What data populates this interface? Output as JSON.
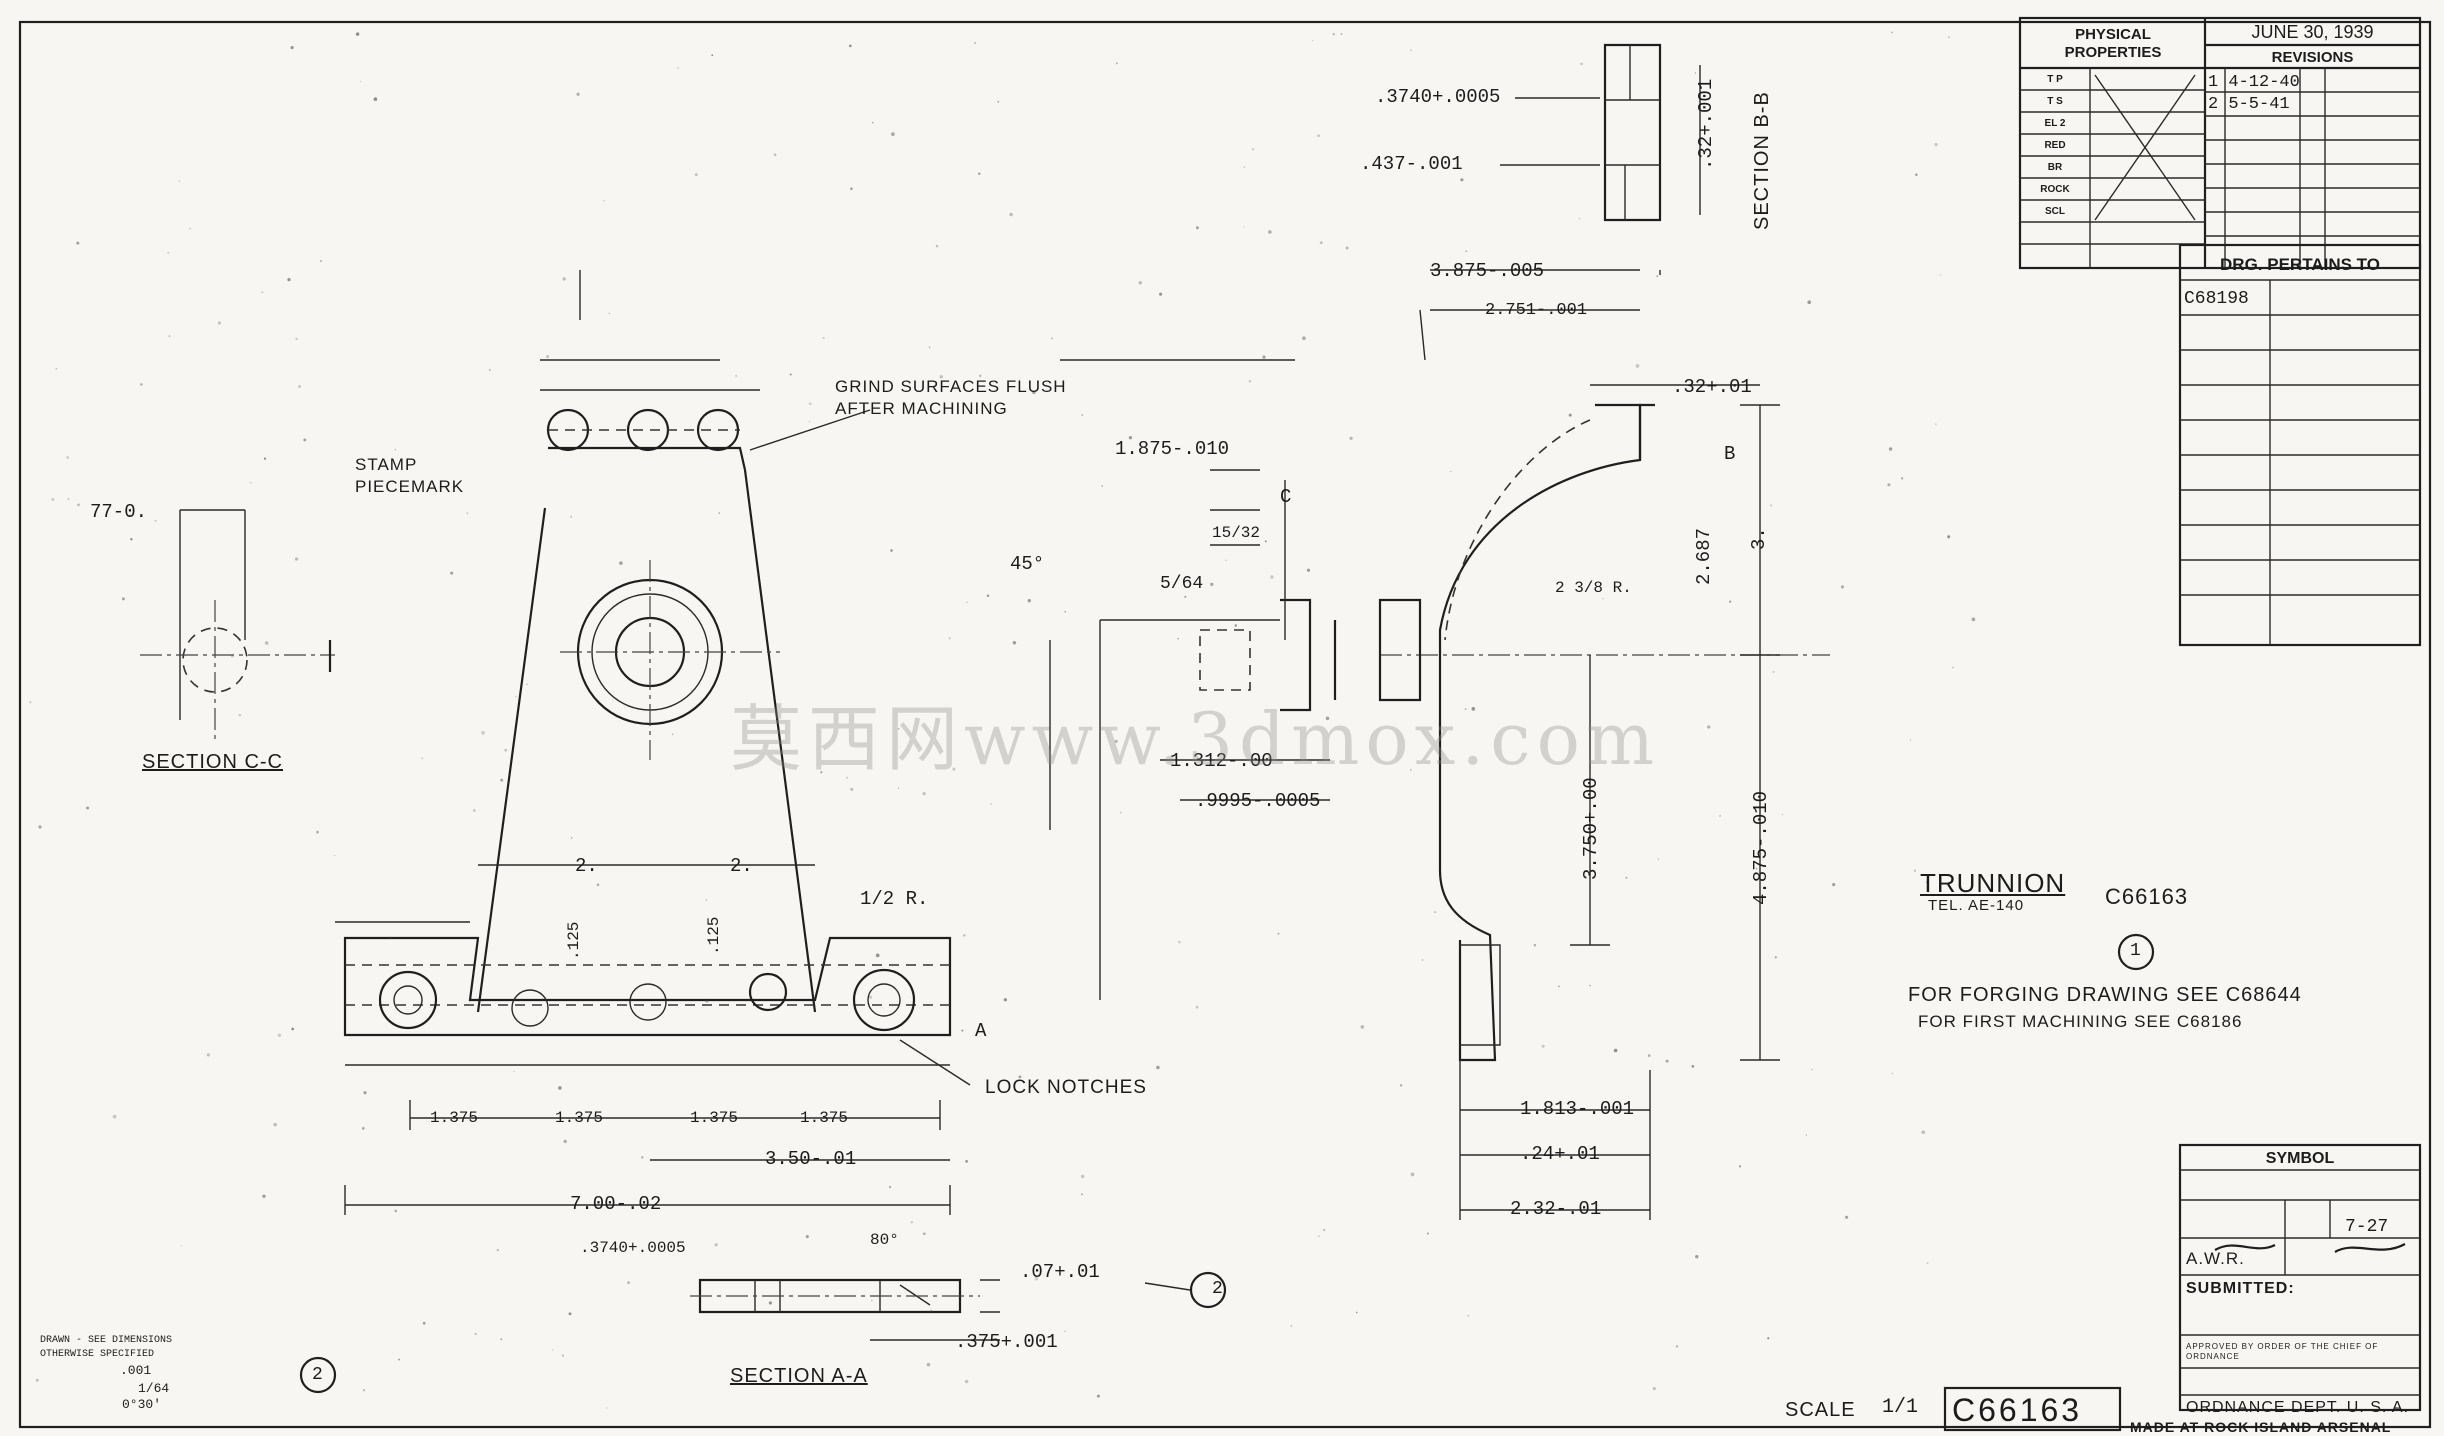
{
  "header": {
    "physical_properties": "PHYSICAL PROPERTIES",
    "date": "JUNE 30, 1939",
    "revisions": "REVISIONS",
    "prop_rows": [
      "T P",
      "T S",
      "EL 2",
      "RED",
      "BR",
      "ROCK",
      "SCL"
    ],
    "rev1": "1 4-12-40",
    "rev2": "2 5-5-41"
  },
  "pertains": {
    "title": "DRG. PERTAINS TO",
    "item": "C68198"
  },
  "title_block": {
    "symbol": "SYMBOL",
    "checked": "A.W.R.",
    "date_stamp": "7-27",
    "submitted": "SUBMITTED:",
    "approved": "APPROVED BY ORDER OF THE CHIEF OF ORDNANCE",
    "dept": "ORDNANCE DEPT. U. S. A.",
    "made_at": "MADE AT ROCK ISLAND ARSENAL"
  },
  "part": {
    "name": "TRUNNION",
    "ref": "TEL. AE-140",
    "number": "C66163",
    "circle": "1",
    "forging_note": "FOR FORGING DRAWING SEE C68644",
    "machining_note": "FOR FIRST MACHINING SEE C68186"
  },
  "drawing_number": "C66163",
  "scale": {
    "label": "SCALE",
    "value": "1/1"
  },
  "sections": {
    "cc": "SECTION C-C",
    "bb": "SECTION B-B",
    "aa": "SECTION A-A"
  },
  "notes": {
    "grind": "GRIND SURFACES FLUSH",
    "grind2": "AFTER MACHINING",
    "stamp": "STAMP",
    "stamp2": "PIECEMARK",
    "lock": "LOCK NOTCHES"
  },
  "tolerance_note": {
    "line1": "DRAWN - SEE DIMENSIONS",
    "line2": "OTHERWISE SPECIFIED",
    "line3": ".001",
    "line4": "1/64",
    "line5": "0°30'"
  },
  "dims": {
    "d_7": "7.00-.02",
    "d_35": "3.50-.01",
    "d_1375a": "1.375",
    "d_1375b": "1.375",
    "d_1375c": "1.375",
    "d_1375d": "1.375",
    "d_2a": "2.",
    "d_2b": "2.",
    "d_125a": ".125",
    "d_125b": ".125",
    "d_half": "1/2 R.",
    "d_3740": ".3740+.0005",
    "d_07": ".07+.01",
    "d_375": ".375+.001",
    "d_3875": "3.875-.005",
    "d_2751": "2.751-.001",
    "d_437": ".437-.001",
    "d_3740b": ".3740+.0005",
    "d_32a": ".32+.001",
    "d_32b": ".32+.01",
    "d_2687": "2.687",
    "d_3": "3.",
    "d_4875": "4.875-.010",
    "d_3750": "3.750+.00",
    "d_1312": "1.312-.00",
    "d_9995": ".9995-.0005",
    "d_5_64": "5/64",
    "d_15_32": "15/32",
    "d_1813": "1.813-.001",
    "d_24": ".24+.01",
    "d_232": "2.32-.01",
    "d_1875": "1.875-.010",
    "d_770": "77-0.",
    "d_45": "45°",
    "d_80": "80°",
    "d_2r": "2 3/8 R.",
    "d_b": "B",
    "d_c": "C",
    "d_a": "A",
    "circle2a": "2",
    "circle2b": "2"
  }
}
